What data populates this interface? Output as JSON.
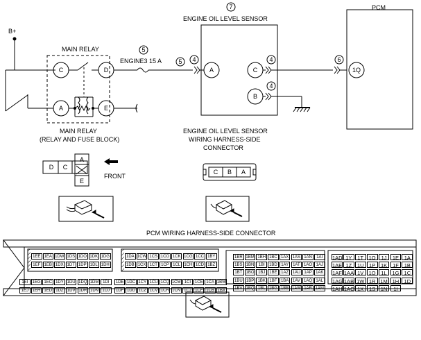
{
  "labels": {
    "b_plus": "B+",
    "main_relay_top": "MAIN RELAY",
    "fuse": "ENGINE3 15 A",
    "sensor_top": "ENGINE OIL LEVEL SENSOR",
    "pcm": "PCM",
    "main_relay_bottom_1": "MAIN RELAY",
    "main_relay_bottom_2": "(RELAY AND FUSE BLOCK)",
    "sensor_conn_1": "ENGINE OIL LEVEL SENSOR",
    "sensor_conn_2": "WIRING HARNESS-SIDE",
    "sensor_conn_3": "CONNECTOR",
    "front": "FRONT",
    "pcm_conn_title": "PCM WIRING HARNESS-SIDE CONNECTOR"
  },
  "callouts": {
    "c7": "7",
    "c5a": "5",
    "c5b": "5",
    "c4a": "4",
    "c4b": "4",
    "c4c": "4",
    "c6": "6"
  },
  "terminals": {
    "relay_c": "C",
    "relay_d": "D",
    "relay_a": "A",
    "relay_e": "E",
    "sensor_a": "A",
    "sensor_c": "C",
    "sensor_b": "B",
    "pcm_1q": "1Q"
  },
  "relay_conn": {
    "d": "D",
    "c": "C",
    "a": "A",
    "e": "E"
  },
  "sensor_conn": {
    "c": "C",
    "b": "B",
    "a": "A"
  },
  "pcm_pins": {
    "g1_r1": [
      "1EE",
      "1EA",
      "1DW",
      "1DS",
      "1DO",
      "1DK",
      "1DG"
    ],
    "g1_r2": [
      "1EF",
      "1EB",
      "1DX",
      "1DT",
      "1DP",
      "1DL",
      "1DH"
    ],
    "g2_r1": [
      "1DA",
      "1CW",
      "1CS",
      "1CO",
      "1CK",
      "1CG",
      "1CC",
      "1BY"
    ],
    "g2_r2": [
      "1DB",
      "1CX",
      "1CT",
      "1CP",
      "1CL",
      "1CH",
      "1CD",
      "1BZ"
    ],
    "g3_r1": [
      "1EI",
      "1EG",
      "1EC",
      "1DY",
      "1DU",
      "1DQ",
      "1DM",
      "1DI"
    ],
    "g3_r2": [
      "1EJ",
      "1EH",
      "1ED",
      "1DZ",
      "1DV",
      "1DR",
      "1DN",
      "1DJ"
    ],
    "g4_r1": [
      "1DE",
      "1DC",
      "1CY",
      "1CU",
      "1CQ",
      "1CM",
      "1CI",
      "1CE",
      "1CA",
      "1BW"
    ],
    "g4_r2": [
      "1DF",
      "1DD",
      "1CZ",
      "1CV",
      "1CR",
      "1CN",
      "1CJ",
      "1CF",
      "1CB",
      "1BX"
    ],
    "g5": [
      [
        "1BR",
        "1BM",
        "1BH",
        "1BC",
        "1AX",
        "1AS",
        "1AN",
        "1AI"
      ],
      [
        "1BS",
        "1BN",
        "1BI",
        "1BD",
        "1AY",
        "1AT",
        "1AO",
        "1AJ"
      ],
      [
        "1BT",
        "1BO",
        "1BJ",
        "1BE",
        "1AZ",
        "1AU",
        "1AP",
        "1AK"
      ],
      [
        "1BU",
        "1BP",
        "1BK",
        "1BF",
        "1BA",
        "1AV",
        "1AQ",
        "1AL"
      ],
      [
        "1BV",
        "1BQ",
        "1BL",
        "1BG",
        "1BB",
        "1AW",
        "1AR",
        "1AM"
      ]
    ],
    "g6": [
      [
        "1AD",
        "1Y",
        "1T",
        "1O",
        "1J",
        "1E",
        "1A"
      ],
      [
        "1AE",
        "1Z",
        "1U",
        "1P",
        "1K",
        "1F",
        "1B"
      ],
      [
        "1AF",
        "1AA",
        "1V",
        "1Q",
        "1L",
        "1G",
        "1C"
      ],
      [
        "1AG",
        "1AB",
        "1W",
        "1R",
        "1M",
        "1H",
        "1D"
      ],
      [
        "1AH",
        "1AC",
        "1X",
        "1S",
        "1N",
        "1I",
        ""
      ]
    ]
  }
}
